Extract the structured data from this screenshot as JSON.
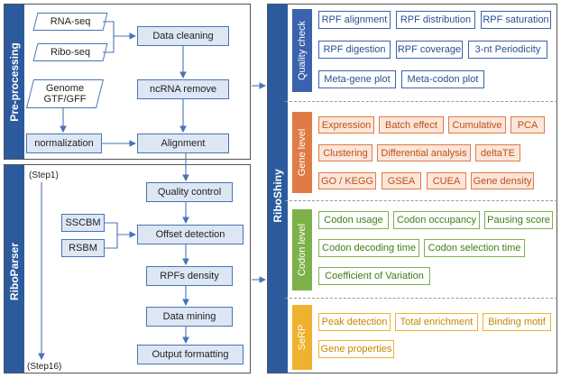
{
  "preprocessing": {
    "title": "Pre-processing",
    "inputs": {
      "rna_seq": "RNA-seq",
      "ribo_seq": "Ribo-seq",
      "genome": "Genome\nGTF/GFF"
    },
    "steps": {
      "data_cleaning": "Data cleaning",
      "ncrna_remove": "ncRNA remove",
      "normalization": "normalization",
      "alignment": "Alignment"
    }
  },
  "riboparser": {
    "title": "RiboParser",
    "step_start": "(Step1)",
    "step_end": "(Step16)",
    "inputs": {
      "sscbm": "SSCBM",
      "rsbm": "RSBM"
    },
    "steps": {
      "quality_control": "Quality control",
      "offset_detection": "Offset detection",
      "rpfs_density": "RPFs density",
      "data_mining": "Data mining",
      "output_formatting": "Output formatting"
    }
  },
  "riboshiny": {
    "title": "RiboShiny",
    "sections": [
      {
        "label": "Quality check",
        "color": "#3a62ad",
        "items": [
          "RPF alignment",
          "RPF distribution",
          "RPF saturation",
          "RPF digestion",
          "RPF coverage",
          "3-nt Periodicity",
          "Meta-gene plot",
          "Meta-codon plot"
        ]
      },
      {
        "label": "Gene level",
        "color": "#e07a45",
        "items": [
          "Expression",
          "Batch effect",
          "Cumulative",
          "PCA",
          "Clustering",
          "Differential analysis",
          "deltaTE",
          "GO / KEGG",
          "GSEA",
          "CUEA",
          "Gene density"
        ]
      },
      {
        "label": "Codon level",
        "color": "#7db24a",
        "items": [
          "Codon usage",
          "Codon occupancy",
          "Pausing score",
          "Codon decoding time",
          "Codon selection time",
          "Coefficient of Variation"
        ]
      },
      {
        "label": "SeRP",
        "color": "#efb22e",
        "items": [
          "Peak detection",
          "Total enrichment",
          "Binding motif",
          "Gene properties"
        ]
      }
    ]
  },
  "colors": {
    "panel_bar": "#2b5b9e",
    "box_fill": "#dde6f3",
    "box_border": "#4a73b8",
    "arrow": "#4a73b8"
  }
}
